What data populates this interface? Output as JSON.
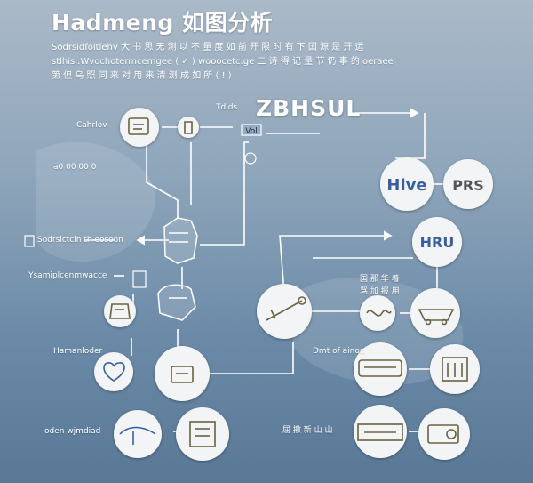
{
  "title": "Hadmeng 如图分析",
  "subtitle_lines": [
    "Sodrsidfoltlehv 大 书 思 无 测 以 不 量 度 如 前 开 限 时 有 下 国 源 是 开 运",
    "stlhisi:Wvochotermcemgee ( ✓ ) wooocetc.ge 二 诗 得 记 量 节 仍 事 的 oeraee",
    "第 但 乌 照 同 来 对 用 来 清 测 成 如 所 ( ! )"
  ],
  "header": {
    "tag_small": "Tdids",
    "big_code": "ZBHSUL"
  },
  "nodes": {
    "hive_text": "Hive",
    "prs_text": "PRS",
    "hru_text": "HRU",
    "flask_small": "Vol"
  },
  "labels": {
    "left_top": "Cahrlov",
    "left_row2": "a0 00 00 0",
    "left_mid1": "Sodrsictcin th eosoon",
    "left_mid2": "Ysamiplcenmwacce",
    "left_lower": "Hamanloder",
    "left_bottom": "oden wjmdiad",
    "right_mid": "Dmt of ainon",
    "right_upper": "国 那 华 着",
    "right_upper2": "骂 加 报 用",
    "right_bottom": "屈 撤 新 山 山"
  },
  "colors": {
    "circle_fill": "#f2f4f6",
    "line": "#ffffff",
    "icon_ink": "#6a6340",
    "accent_blue": "#3a5f9e"
  }
}
